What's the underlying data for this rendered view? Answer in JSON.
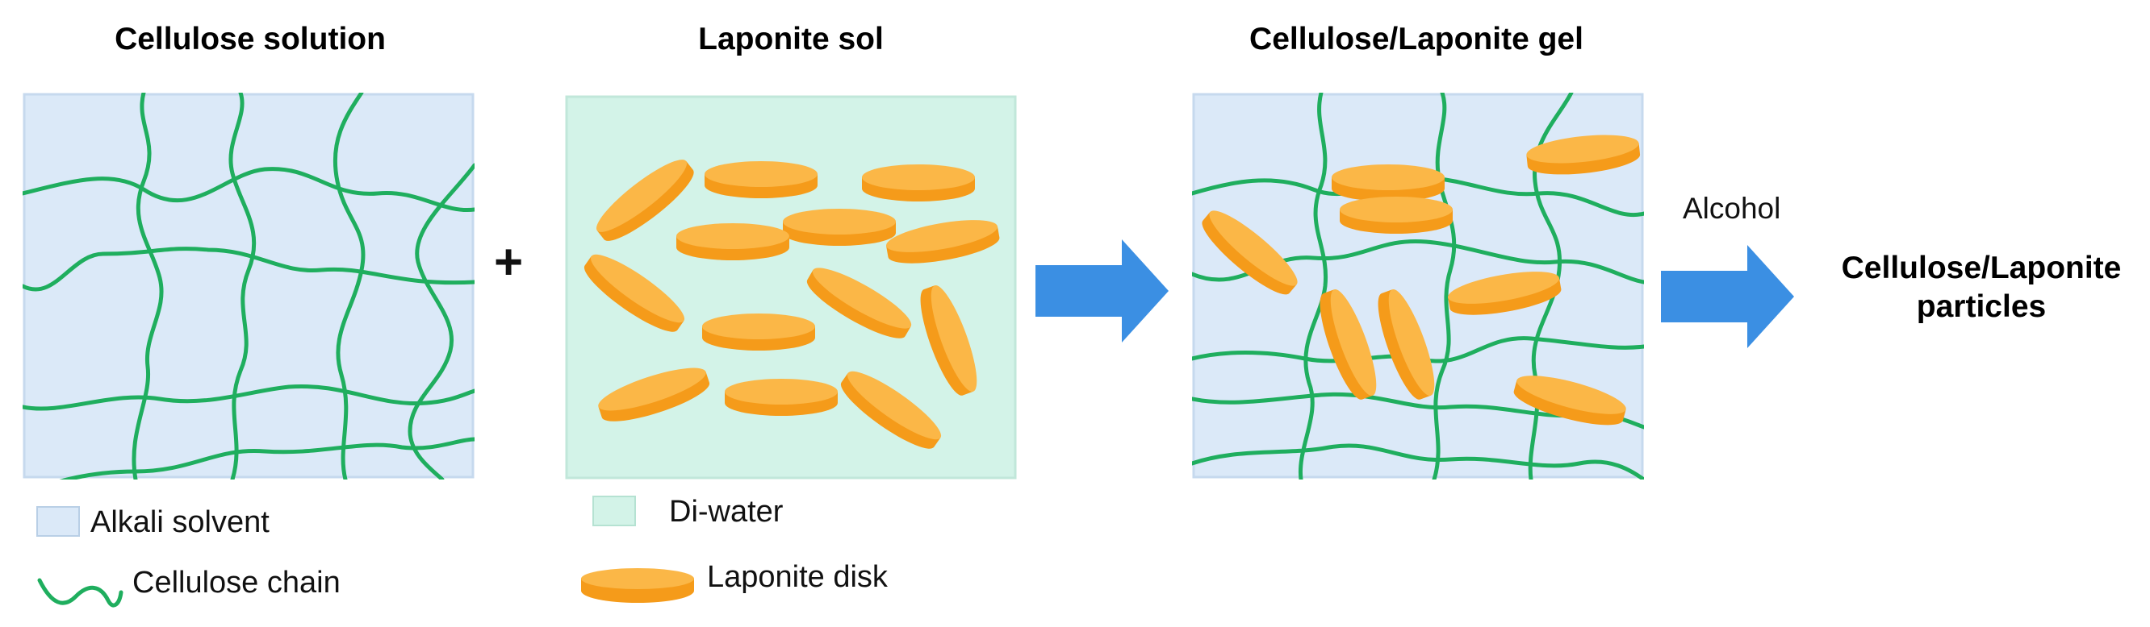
{
  "titles": {
    "solution": "Cellulose solution",
    "sol": "Laponite sol",
    "gel": "Cellulose/Laponite gel"
  },
  "operator_plus": "+",
  "alcohol_label": "Alcohol",
  "final_product": {
    "line1": "Cellulose/Laponite",
    "line2": "particles"
  },
  "legend": {
    "alkali": "Alkali solvent",
    "chain": "Cellulose chain",
    "water": "Di-water",
    "disk": "Laponite disk"
  },
  "colors": {
    "alkali_fill": "#dbe9f8",
    "water_fill": "#d3f3e8",
    "chain": "#1fae5e",
    "disk_side": "#f59b1a",
    "disk_top": "#fbb747",
    "arrow": "#3b8fe3"
  }
}
